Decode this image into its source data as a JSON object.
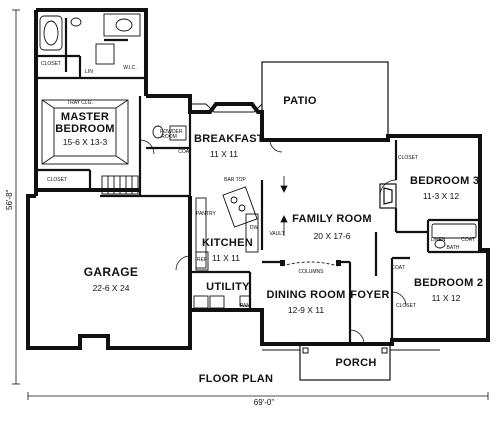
{
  "plan_title": "FLOOR PLAN",
  "overall_width": "69'-0\"",
  "overall_depth": "56'-8\"",
  "rooms": {
    "master_bedroom": {
      "name_line1": "MASTER",
      "name_line2": "BEDROOM",
      "dims": "15-6 X 13-3",
      "ceiling": "TRAY CLG."
    },
    "breakfast": {
      "name": "BREAKFAST",
      "dims": "11 X 11"
    },
    "patio": {
      "name": "PATIO"
    },
    "bedroom3": {
      "name": "BEDROOM 3",
      "dims": "11-3 X 12"
    },
    "family_room": {
      "name": "FAMILY ROOM",
      "dims": "20 X 17-6"
    },
    "kitchen": {
      "name": "KITCHEN",
      "dims": "11 X 11"
    },
    "garage": {
      "name": "GARAGE",
      "dims": "22-6 X 24"
    },
    "dining_room": {
      "name": "DINING ROOM",
      "dims": "12-9 X 11"
    },
    "foyer": {
      "name": "FOYER"
    },
    "bedroom2": {
      "name": "BEDROOM 2",
      "dims": "11 X 12"
    },
    "utility": {
      "name": "UTILITY"
    },
    "porch": {
      "name": "PORCH"
    }
  },
  "small_labels": {
    "closet_master_bath": "CLOSET",
    "lin": "LIN",
    "wic": "W.I.C.",
    "powder_room": "POWDER ROOM",
    "closet_master": "CLOSET",
    "bar_top": "BAR TOP",
    "vault": "VAULT",
    "columns": "COLUMNS",
    "pan": "PAN",
    "bath": "BATH",
    "closet_bed3": "CLOSET",
    "closet_bed2": "CLOSET",
    "coat_foyer": "COAT",
    "coat_breakfast": "COAT",
    "pantry": "PANTRY",
    "ref": "REF",
    "dw": "DW",
    "linen": "LINEN",
    "coat_bath": "COAT"
  }
}
